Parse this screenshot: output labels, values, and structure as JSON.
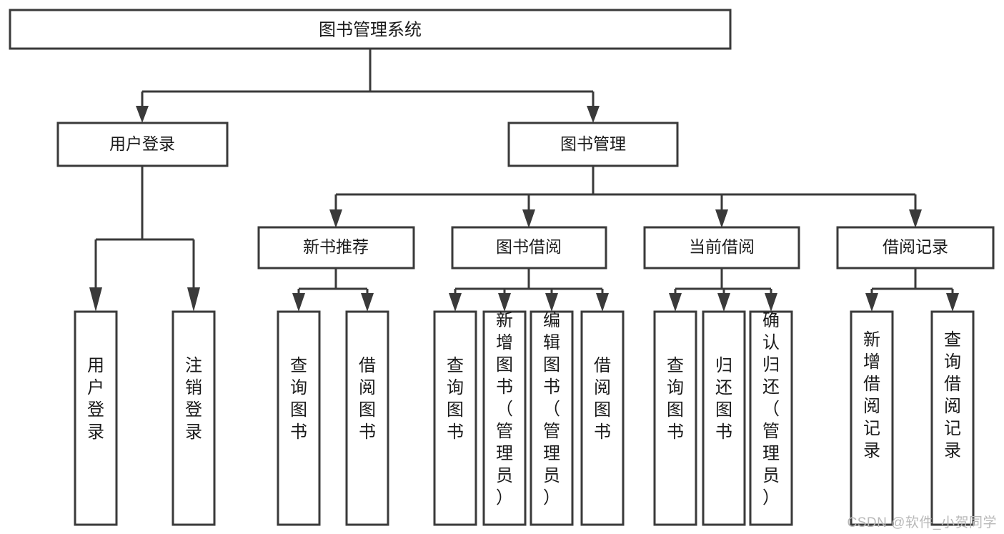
{
  "diagram": {
    "type": "tree-hierarchy",
    "title": "图书管理系统",
    "watermark": "CSDN @软件_小贺同学",
    "colors": {
      "stroke": "#3a3a3a",
      "fill": "#ffffff",
      "text": "#1a1a1a",
      "watermark": "#b9b9b9"
    },
    "root": {
      "id": "root",
      "label": "图书管理系统",
      "orientation": "horizontal"
    },
    "level2": [
      {
        "id": "user-login",
        "label": "用户登录",
        "orientation": "horizontal"
      },
      {
        "id": "book-manage",
        "label": "图书管理",
        "orientation": "horizontal"
      }
    ],
    "level3": [
      {
        "id": "new-book-recommend",
        "label": "新书推荐",
        "orientation": "horizontal",
        "parent": "book-manage"
      },
      {
        "id": "book-borrow",
        "label": "图书借阅",
        "orientation": "horizontal",
        "parent": "book-manage"
      },
      {
        "id": "current-borrow",
        "label": "当前借阅",
        "orientation": "horizontal",
        "parent": "book-manage"
      },
      {
        "id": "borrow-record",
        "label": "借阅记录",
        "orientation": "horizontal",
        "parent": "book-manage"
      }
    ],
    "leaves": [
      {
        "id": "leaf-user-login",
        "label": "用户登录",
        "orientation": "vertical",
        "parent": "user-login"
      },
      {
        "id": "leaf-user-logout",
        "label": "注销登录",
        "orientation": "vertical",
        "parent": "user-login"
      },
      {
        "id": "leaf-query-book-1",
        "label": "查询图书",
        "orientation": "vertical",
        "parent": "new-book-recommend"
      },
      {
        "id": "leaf-borrow-book-1",
        "label": "借阅图书",
        "orientation": "vertical",
        "parent": "new-book-recommend"
      },
      {
        "id": "leaf-query-book-2",
        "label": "查询图书",
        "orientation": "vertical",
        "parent": "book-borrow"
      },
      {
        "id": "leaf-add-book",
        "label": "新增图书（管理员）",
        "orientation": "vertical",
        "parent": "book-borrow"
      },
      {
        "id": "leaf-edit-book",
        "label": "编辑图书（管理员）",
        "orientation": "vertical",
        "parent": "book-borrow"
      },
      {
        "id": "leaf-borrow-book-2",
        "label": "借阅图书",
        "orientation": "vertical",
        "parent": "book-borrow"
      },
      {
        "id": "leaf-query-book-3",
        "label": "查询图书",
        "orientation": "vertical",
        "parent": "current-borrow"
      },
      {
        "id": "leaf-return-book",
        "label": "归还图书",
        "orientation": "vertical",
        "parent": "current-borrow"
      },
      {
        "id": "leaf-confirm-return",
        "label": "确认归还（管理员）",
        "orientation": "vertical",
        "parent": "current-borrow"
      },
      {
        "id": "leaf-add-record",
        "label": "新增借阅记录",
        "orientation": "vertical",
        "parent": "borrow-record"
      },
      {
        "id": "leaf-query-record",
        "label": "查询借阅记录",
        "orientation": "vertical",
        "parent": "borrow-record"
      }
    ]
  }
}
